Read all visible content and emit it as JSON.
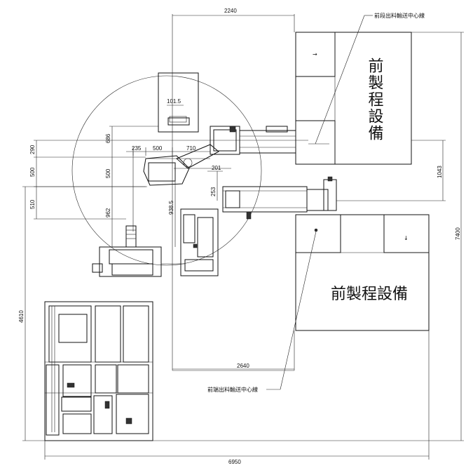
{
  "dimensions": {
    "d2240": "2240",
    "d101_5": "101.5",
    "d686": "686",
    "d290": "290",
    "d235": "235",
    "d500a": "500",
    "d710": "710",
    "d500b": "500",
    "d500c": "500",
    "d201": "201",
    "d253": "253",
    "d510": "510",
    "d962": "962",
    "d938_5": "938.5",
    "d1043": "1043",
    "d7400": "7400",
    "d4610": "4610",
    "d2640": "2640",
    "d6950": "6950"
  },
  "labels": {
    "front_process_equipment_vertical": "前製程設備",
    "front_process_equipment": "前製程設備",
    "front_stage_outfeed_centerline": "前段出料輸送中心線",
    "front_end_outfeed_centerline": "前端出料輸送中心線"
  },
  "arrows": {
    "right_arrow": "→",
    "down_arrow": "↓"
  }
}
